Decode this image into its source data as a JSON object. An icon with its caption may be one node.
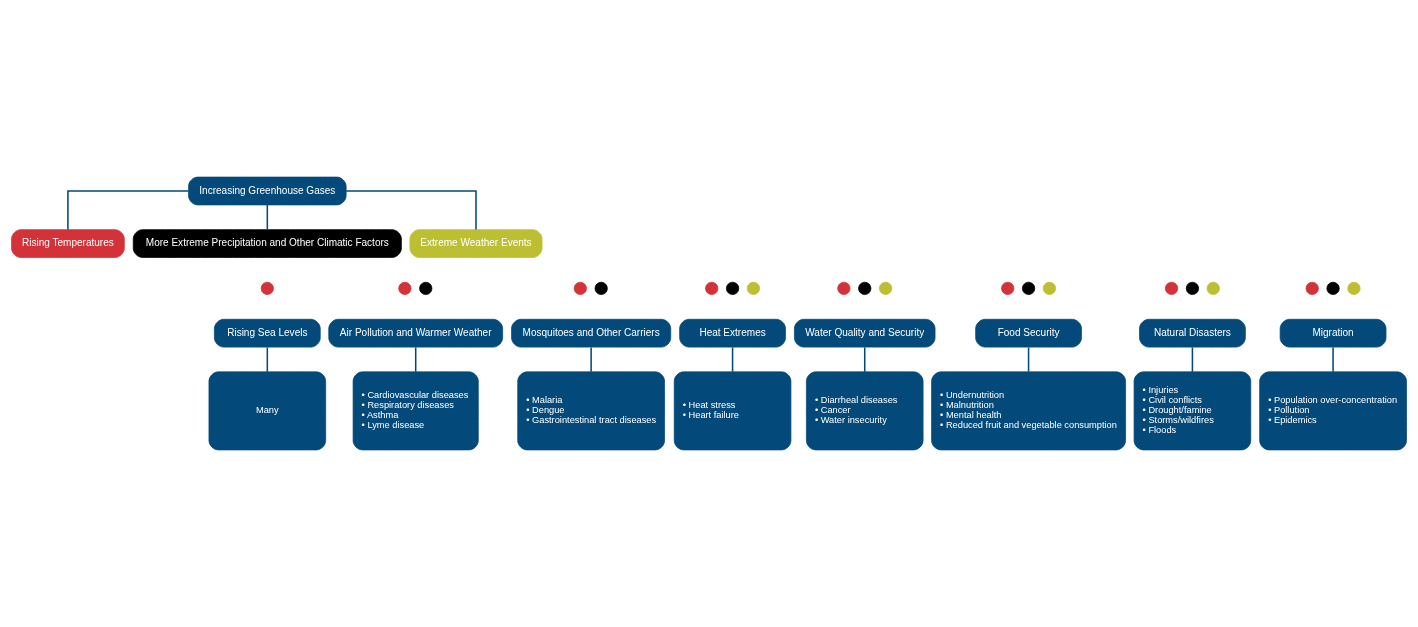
{
  "diagram": {
    "nodes": [
      {
        "text": [
          "Increasing Greenhouse Gases"
        ]
      },
      {
        "text": [
          "Rising Temperatures"
        ]
      },
      {
        "text": [
          "More Extreme Precipitation and Other Climatic Factors"
        ]
      },
      {
        "text": [
          "Extreme Weather Events"
        ]
      },
      {
        "text": [
          "Rising Sea Levels"
        ]
      },
      {
        "text": [
          "Air Pollution and Warmer Weather"
        ]
      },
      {
        "text": [
          "Mosquitoes and Other Carriers"
        ]
      },
      {
        "text": [
          "Heat Extremes"
        ]
      },
      {
        "text": [
          "Water Quality and Security"
        ]
      },
      {
        "text": [
          "Food Security"
        ]
      },
      {
        "text": [
          "Natural Disasters"
        ]
      },
      {
        "text": [
          "Migration"
        ]
      },
      {
        "text": [
          "Many"
        ]
      },
      {
        "text": [
          "• Cardiovascular diseases",
          "• Respiratory diseases",
          "• Asthma",
          "• Lyme disease"
        ]
      },
      {
        "text": [
          "• Malaria",
          "• Dengue",
          "• Gastrointestinal tract diseases"
        ]
      },
      {
        "text": [
          "• Heat stress",
          "• Heart failure"
        ]
      },
      {
        "text": [
          "• Diarrheal diseases",
          "• Cancer",
          "• Water insecurity"
        ]
      },
      {
        "text": [
          "• Undernutrition",
          "• Malnutrition",
          "• Mental health",
          "• Reduced fruit and vegetable consumption"
        ]
      },
      {
        "text": [
          "• Injuries",
          "• Civil conflicts",
          "• Drought/famine",
          "• Storms/wildfires",
          "• Floods"
        ]
      },
      {
        "text": [
          "• Population over-concentration",
          "• Pollution",
          "• Epidemics"
        ]
      },
      {
        "text": [],
        "shape": "circle"
      },
      {
        "text": [],
        "shape": "circle"
      },
      {
        "text": [],
        "shape": "circle"
      },
      {
        "text": [],
        "shape": "circle"
      },
      {
        "text": [],
        "shape": "circle"
      },
      {
        "text": [],
        "shape": "circle"
      },
      {
        "text": [],
        "shape": "circle"
      },
      {
        "text": [],
        "shape": "circle"
      },
      {
        "text": [],
        "shape": "circle"
      },
      {
        "text": [],
        "shape": "circle"
      },
      {
        "text": [],
        "shape": "circle"
      },
      {
        "text": [],
        "shape": "circle"
      },
      {
        "text": [],
        "shape": "circle"
      },
      {
        "text": [],
        "shape": "circle"
      },
      {
        "text": [],
        "shape": "circle"
      },
      {
        "text": [],
        "shape": "circle"
      },
      {
        "text": [],
        "shape": "circle"
      },
      {
        "text": [],
        "shape": "circle"
      },
      {
        "text": [],
        "shape": "circle"
      },
      {
        "text": [],
        "shape": "circle"
      }
    ],
    "edges": [
      {
        "from": 0,
        "to": 1,
        "arrow": "none"
      },
      {
        "from": 0,
        "to": 2,
        "arrow": "none"
      },
      {
        "from": 0,
        "to": 3,
        "arrow": "none"
      },
      {
        "from": 4,
        "to": 12,
        "arrow": "none"
      },
      {
        "from": 5,
        "to": 13,
        "arrow": "none"
      },
      {
        "from": 6,
        "to": 14,
        "arrow": "none"
      },
      {
        "from": 7,
        "to": 15,
        "arrow": "none"
      },
      {
        "from": 8,
        "to": 16,
        "arrow": "none"
      },
      {
        "from": 9,
        "to": 17,
        "arrow": "none"
      },
      {
        "from": 10,
        "to": 18,
        "arrow": "none"
      },
      {
        "from": 11,
        "to": 19,
        "arrow": "none"
      }
    ]
  }
}
